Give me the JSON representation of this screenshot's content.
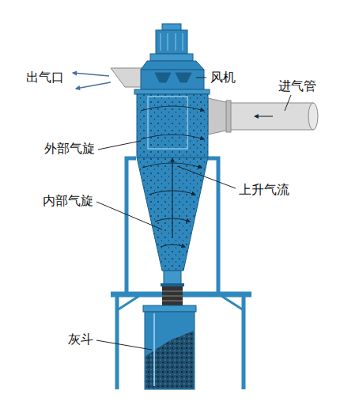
{
  "diagram": {
    "labels": [
      "出气口",
      "风机",
      "进气管",
      "外部气旋",
      "上升气流",
      "内部气旋",
      "灰斗"
    ]
  }
}
